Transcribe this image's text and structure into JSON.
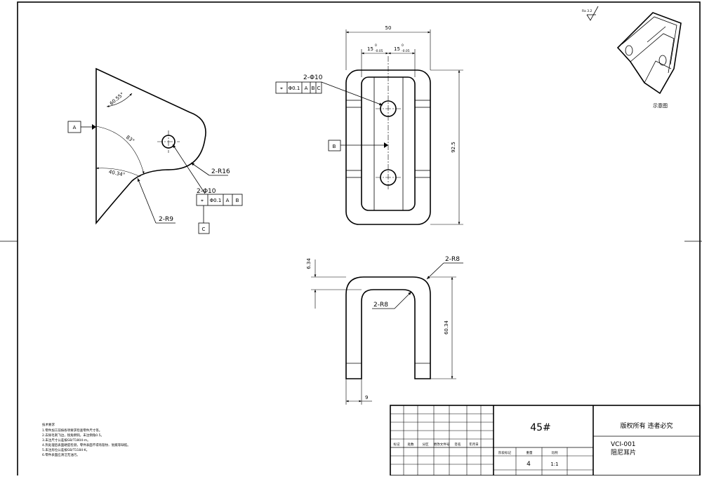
{
  "side_view": {
    "datum_a": "A",
    "datum_c": "C",
    "angle_1": "60.55°",
    "angle_2": "83°",
    "angle_3": "40.34°",
    "radius_16": "2-R16",
    "radius_9": "2-R9",
    "hole_label": "2-Φ10",
    "fcf": {
      "position": "⌖",
      "tolerance": "Φ0.1",
      "ref_1": "A",
      "ref_2": "B"
    }
  },
  "top_view": {
    "width_dim": "50",
    "half_dim_1": "15",
    "half_dim_2": "15",
    "tol_upper": "0",
    "tol_lower": "-0.05",
    "height_dim": "92.5",
    "hole_label": "2-Φ10",
    "datum_b": "B",
    "fcf": {
      "position": "⌖",
      "tolerance": "Φ0.1",
      "ref_1": "A",
      "ref_2": "B",
      "ref_3": "C"
    }
  },
  "front_view": {
    "thickness_dim": "6.34",
    "height_dim": "60.34",
    "bottom_dim": "9",
    "radius_outer": "2-R8",
    "radius_inner": "2-R8"
  },
  "roughness": "Ra 3.2",
  "isometric_caption": "示意图",
  "notes": {
    "title": "技术要求",
    "lines": [
      "1.零件加工前按各项要求检查零件尺寸等。",
      "2.去除毛刺飞边，锐角倒钝，未注倒角0.5。",
      "3.未注尺寸公差按GB/T1804-m。",
      "4.热处理后表面硬度检测，零件表面不得有裂纹、划痕等缺陷。",
      "5.未注形位公差按GB/T1184-K。",
      "6.零件表面应清洁无油污。"
    ]
  },
  "title_block": {
    "material": "45#",
    "copyright": "版权所有  违者必究",
    "drawing_no": "VCI-001",
    "part_name": "阻尼耳片",
    "head_marking": "标记",
    "head_count": "处数",
    "head_zone": "分区",
    "head_change": "更改文件号",
    "head_sign": "签名",
    "head_date": "年月日",
    "stage_label": "阶段标记",
    "weight_label": "重量",
    "scale_label": "比例",
    "stage_value": "4",
    "scale_value": "1:1"
  }
}
